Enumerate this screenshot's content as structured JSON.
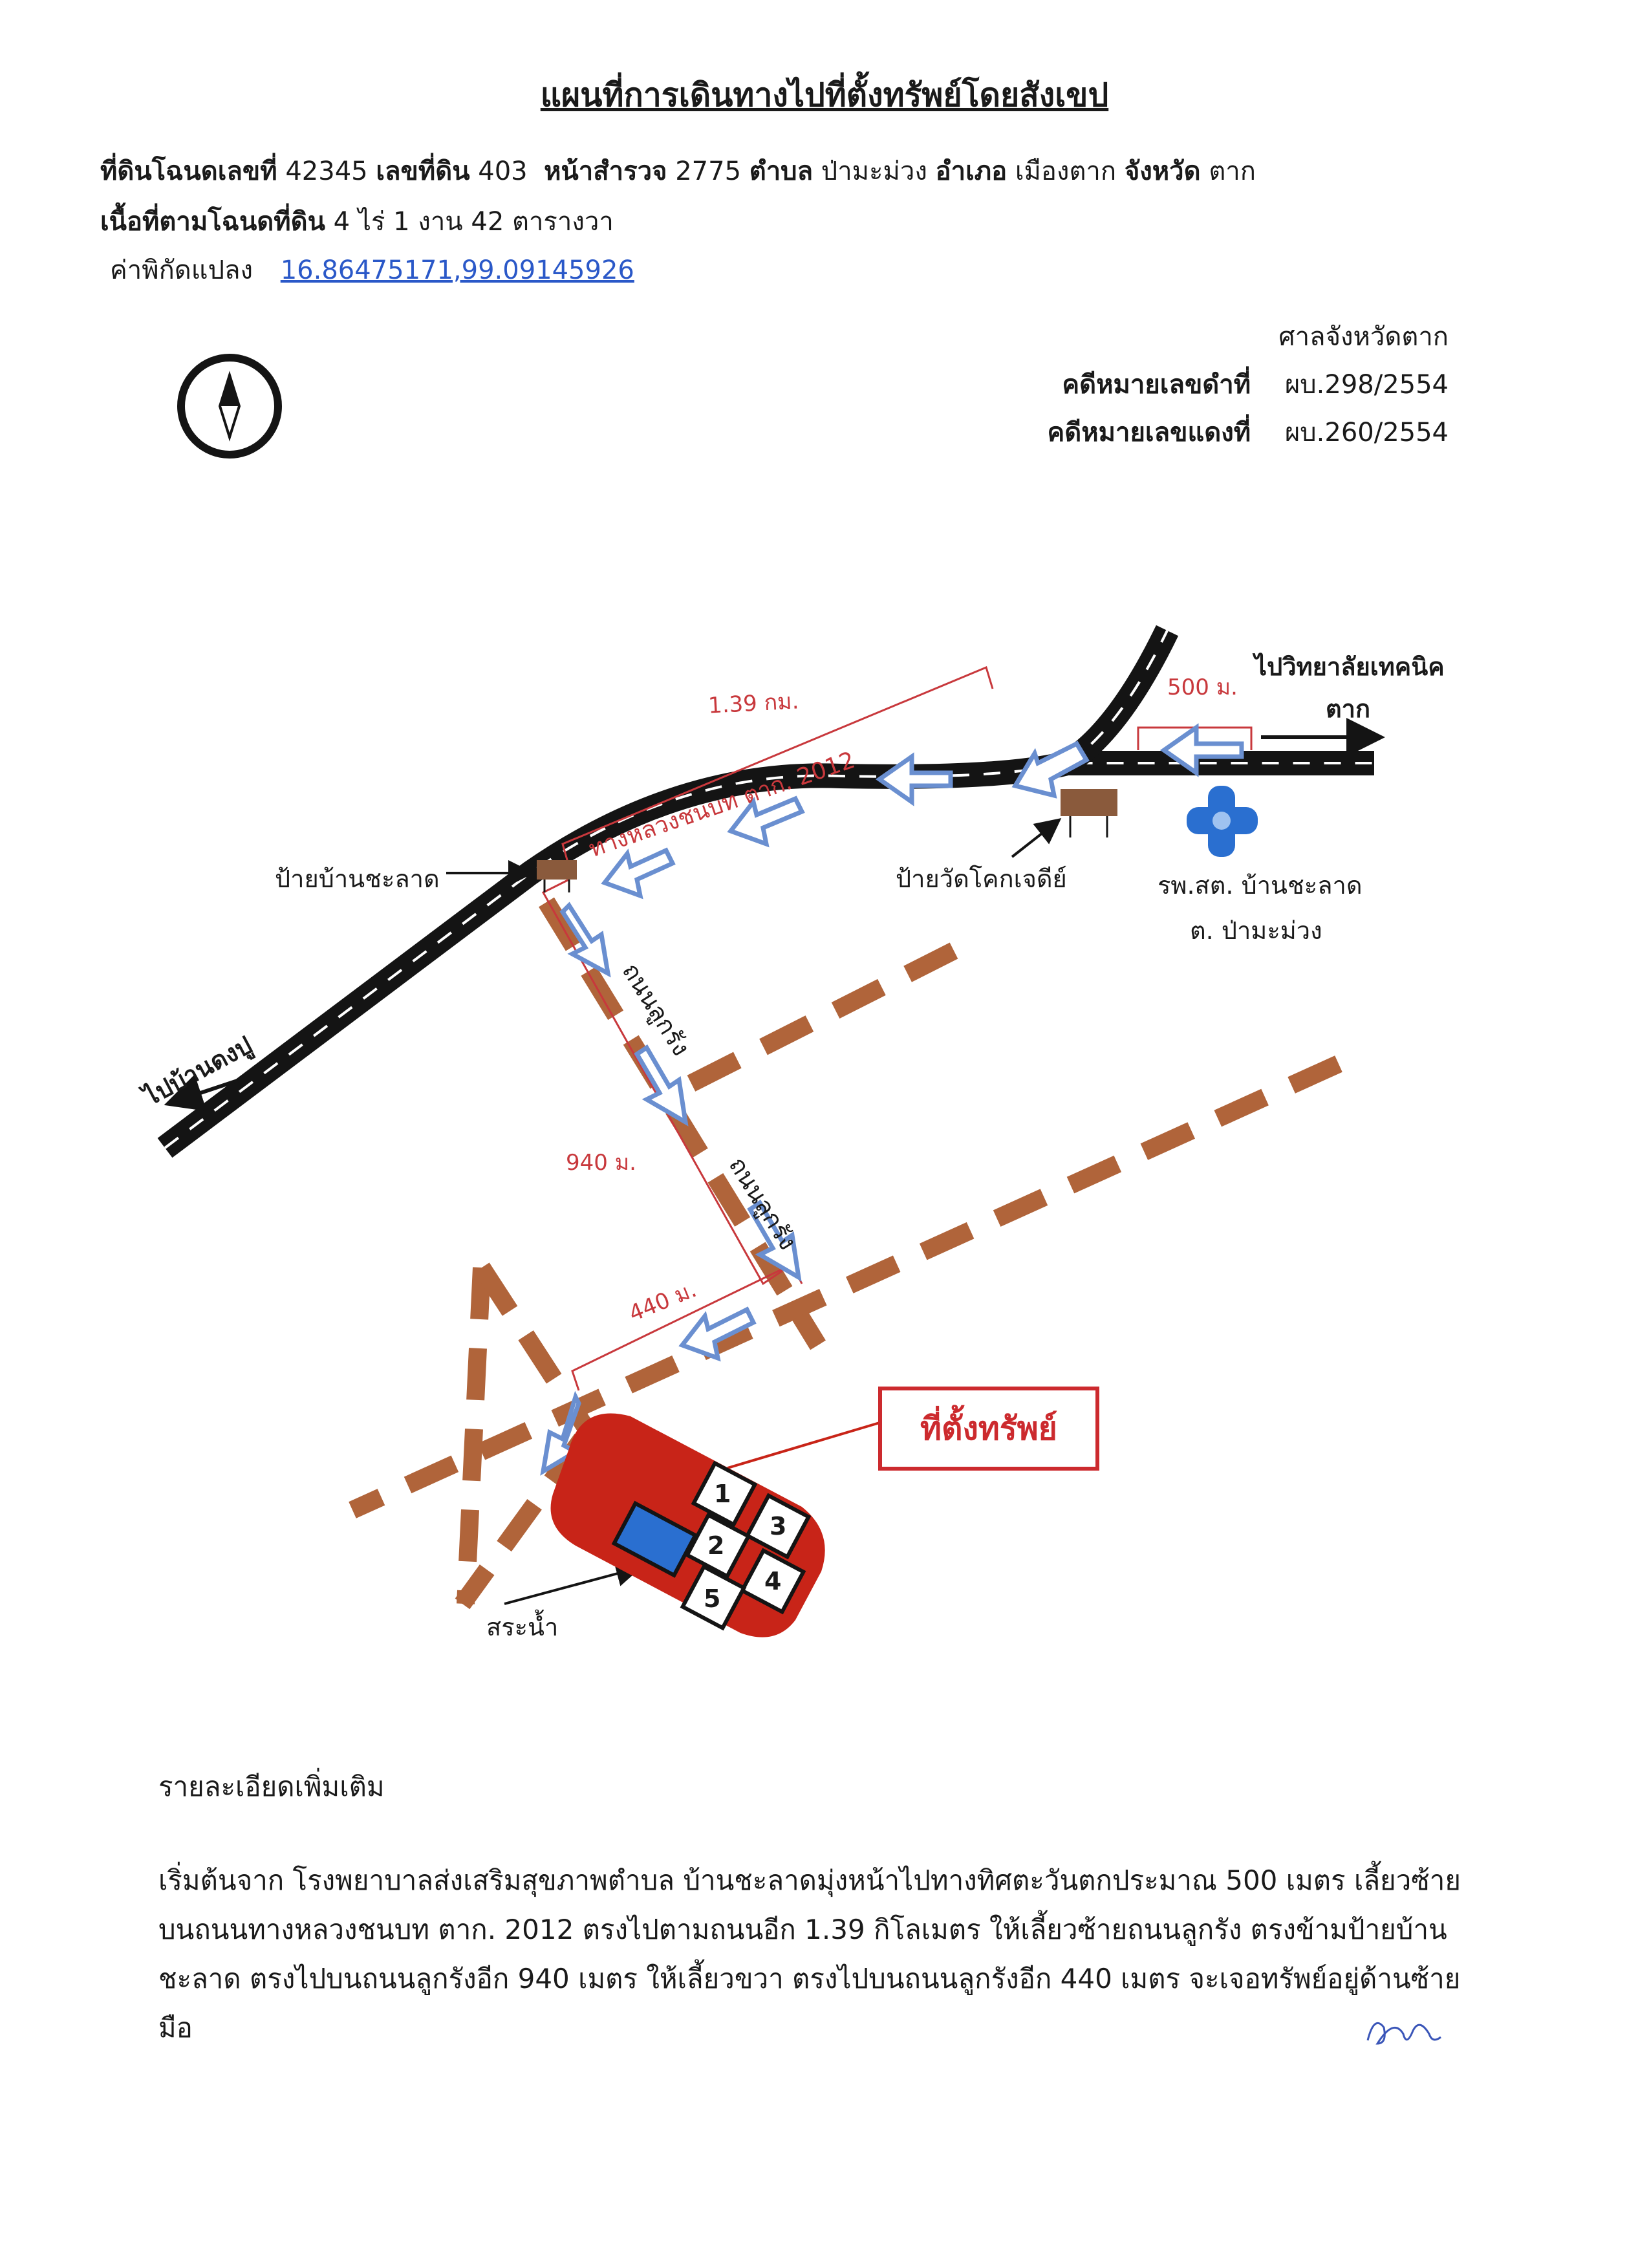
{
  "title": "แผนที่การเดินทางไปที่ตั้งทรัพย์โดยสังเขป",
  "land": {
    "deed_label": "ที่ดินโฉนดเลขที่",
    "deed_no": "42345",
    "parcel_label": "เลขที่ดิน",
    "parcel_no": "403",
    "survey_label": "หน้าสำรวจ",
    "survey_no": "2775",
    "subdistrict_label": "ตำบล",
    "subdistrict": "ป่ามะม่วง",
    "district_label": "อำเภอ",
    "district": "เมืองตาก",
    "province_label": "จังหวัด",
    "province": "ตาก",
    "area_label": "เนื้อที่ตามโฉนดที่ดิน",
    "area": "4 ไร่ 1 งาน 42 ตารางวา",
    "coord_label": "ค่าพิกัดแปลง",
    "coord_value": "16.86475171,99.09145926"
  },
  "court": {
    "name": "ศาลจังหวัดตาก",
    "black_case_label": "คดีหมายเลขดำที่",
    "black_case_no": "ผบ.298/2554",
    "red_case_label": "คดีหมายเลขแดงที่",
    "red_case_no": "ผบ.260/2554"
  },
  "map": {
    "to_college": "ไปวิทยาลัยเทคนิค",
    "to_college_2": "ตาก",
    "to_ban_dong_pu": "ไปบ้านดงปู",
    "dist_500": "500 ม.",
    "dist_139": "1.39 กม.",
    "road_name": "ทางหลวงชนบท ตาก. 2012",
    "sign_chalat": "ป้ายบ้านชะลาด",
    "sign_temple": "ป้ายวัดโคกเจดีย์",
    "hospital_1": "รพ.สต. บ้านชะลาด",
    "hospital_2": "ต. ป่ามะม่วง",
    "laterite_road_1": "ถนนลูกรัง",
    "laterite_road_2": "ถนนลูกรัง",
    "dist_940": "940 ม.",
    "dist_440": "440 ม.",
    "property_label": "ที่ตั้งทรัพย์",
    "pond_label": "สระน้ำ",
    "plots": [
      "1",
      "2",
      "3",
      "4",
      "5"
    ]
  },
  "details": {
    "heading": "รายละเอียดเพิ่มเติม",
    "text": "เริ่มต้นจาก โรงพยาบาลส่งเสริมสุขภาพตำบล บ้านชะลาดมุ่งหน้าไปทางทิศตะวันตกประมาณ 500 เมตร เลี้ยวซ้ายบนถนนทางหลวงชนบท ตาก. 2012 ตรงไปตามถนนอีก 1.39 กิโลเมตร ให้เลี้ยวซ้ายถนนลูกรัง ตรงข้ามป้ายบ้านชะลาด ตรงไปบนถนนลูกรังอีก 940 เมตร ให้เลี้ยวขวา ตรงไปบนถนนลูกรังอีก 440 เมตร จะเจอทรัพย์อยู่ด้านซ้ายมือ"
  },
  "colors": {
    "road": "#141414",
    "laterite": "#b0643a",
    "arrow": "#6a8fd0",
    "measure": "#c8383c",
    "property": "#c82418",
    "pond": "#2a6fd0"
  }
}
